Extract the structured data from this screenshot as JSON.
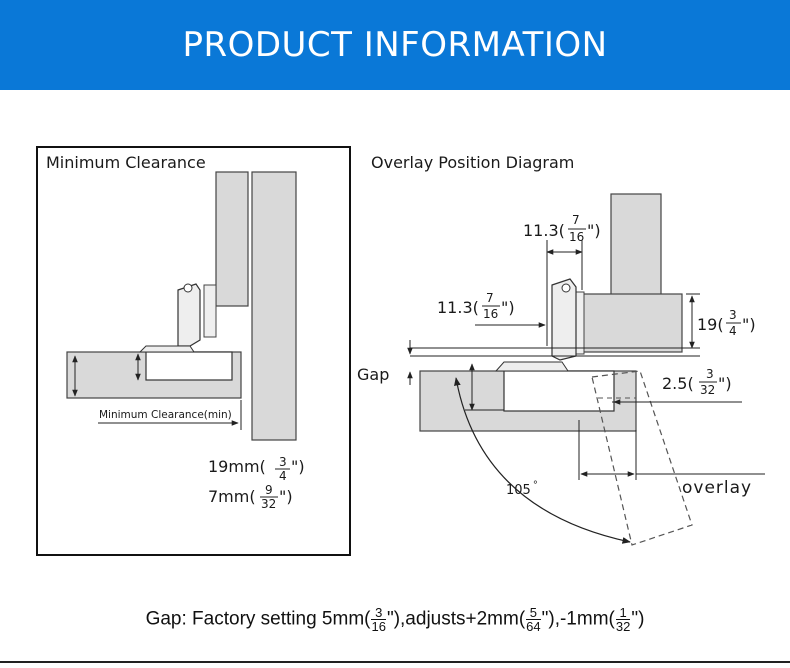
{
  "header": {
    "title": "PRODUCT INFORMATION",
    "color": "#0a78d7"
  },
  "left_panel": {
    "title": "Minimum Clearance",
    "min_clearance_label": "Minimum Clearance(min)",
    "dim1": {
      "prefix": "19mm(",
      "num": "3",
      "den": "4",
      "suffix": "\")"
    },
    "dim2": {
      "prefix": "7mm(",
      "num": "9",
      "den": "32",
      "suffix": "\")"
    }
  },
  "right_panel": {
    "title": "Overlay Position Diagram",
    "dim_top": {
      "prefix": "11.3(",
      "num": "7",
      "den": "16",
      "suffix": "\")"
    },
    "dim_mid": {
      "prefix": "11.3(",
      "num": "7",
      "den": "16",
      "suffix": "\")"
    },
    "dim_right": {
      "prefix": "19(",
      "num": "3",
      "den": "4",
      "suffix": "\")"
    },
    "dim_gap_small": {
      "prefix": "2.5(",
      "num": "3",
      "den": "32",
      "suffix": "\")"
    },
    "gap_label": "Gap",
    "angle_label": "105",
    "degree_symbol": "°",
    "overlay_label": "overlay"
  },
  "footer_note": {
    "lead": "Gap:  Factory setting 5mm(",
    "f1": {
      "num": "3",
      "den": "16"
    },
    "mid": "\"),adjusts+2mm(",
    "f2": {
      "num": "5",
      "den": "64"
    },
    "mid2": "\"),-1mm(",
    "f3": {
      "num": "1",
      "den": "32"
    },
    "tail": "\")"
  }
}
